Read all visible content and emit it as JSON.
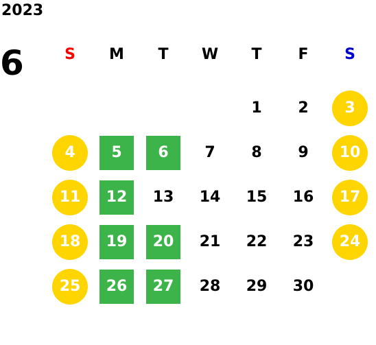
{
  "calendar": {
    "year": "2023",
    "month": "6",
    "weekdays": [
      "S",
      "M",
      "T",
      "W",
      "T",
      "F",
      "S"
    ],
    "colors": {
      "sunday_header": "#ff0000",
      "saturday_header": "#0000cc",
      "holiday_circle": "#ffd500",
      "event_square": "#3cb449"
    },
    "weeks": [
      [
        "",
        "",
        "",
        "",
        "1",
        "2",
        "3"
      ],
      [
        "4",
        "5",
        "6",
        "7",
        "8",
        "9",
        "10"
      ],
      [
        "11",
        "12",
        "13",
        "14",
        "15",
        "16",
        "17"
      ],
      [
        "18",
        "19",
        "20",
        "21",
        "22",
        "23",
        "24"
      ],
      [
        "25",
        "26",
        "27",
        "28",
        "29",
        "30",
        ""
      ]
    ],
    "holiday_days": [
      "3",
      "4",
      "10",
      "11",
      "17",
      "18",
      "24",
      "25"
    ],
    "event_days": [
      "5",
      "6",
      "12",
      "19",
      "20",
      "26",
      "27"
    ]
  }
}
